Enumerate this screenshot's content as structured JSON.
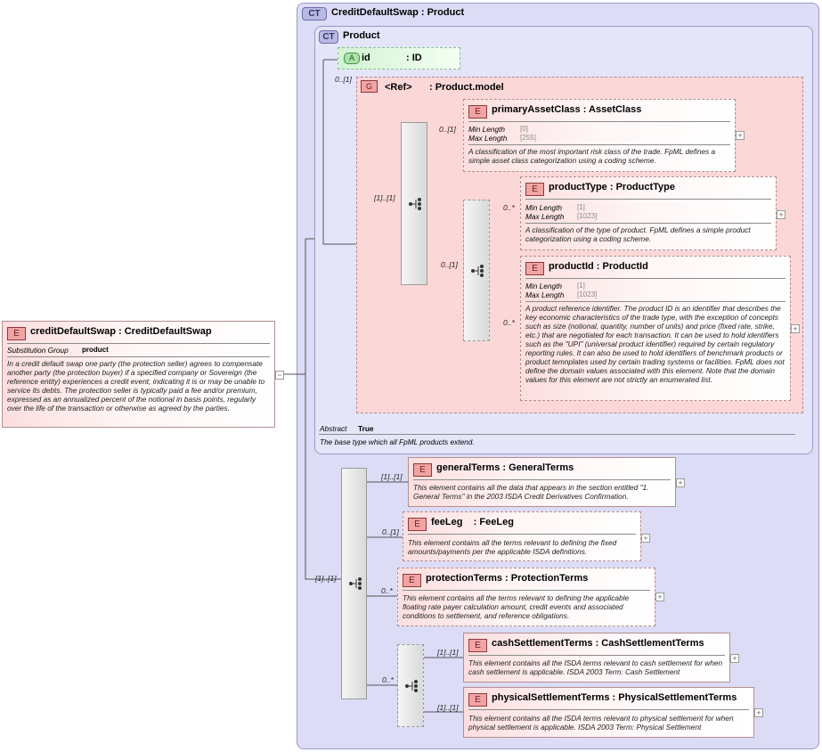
{
  "root": {
    "badge": "E",
    "title": "creditDefaultSwap : CreditDefaultSwap",
    "prop_label": "Substitution Group",
    "prop_value": "product",
    "description": "In a credit default swap one party (the protection seller) agrees to compensate another party (the protection buyer) if a specified company or Sovereign (the reference entity) experiences a credit event, indicating it is or may be unable to service its debts. The protection seller is typically paid a fee and/or premium, expressed as an annualized percent of the notional in basis points, regularly over the life of the transaction or otherwise as agreed by the parties."
  },
  "outer_type": {
    "badge": "CT",
    "title": "CreditDefaultSwap : Product"
  },
  "inner_type": {
    "badge": "CT",
    "title": "Product",
    "abstract_label": "Abstract",
    "abstract_value": "True",
    "description": "The base type which all FpML products extend."
  },
  "attribute": {
    "badge": "A",
    "name": "id",
    "type": ": ID",
    "cardinality": "0..[1]"
  },
  "group": {
    "badge": "G",
    "name": "<Ref>",
    "type": ": Product.model"
  },
  "product_model": {
    "seq_cardinality": "[1]..[1]",
    "primaryAssetClass": {
      "badge": "E",
      "title": "primaryAssetClass : AssetClass",
      "cardinality": "0..[1]",
      "min_label": "Min Length",
      "min_value": "[0]",
      "max_label": "Max Length",
      "max_value": "[255]",
      "description": "A classification of the most important risk class of the trade. FpML defines a simple asset class categorization using a coding scheme."
    },
    "inner_seq_cardinality": "0..[1]",
    "productType": {
      "badge": "E",
      "title": "productType : ProductType",
      "cardinality": "0..*",
      "min_label": "Min Length",
      "min_value": "[1]",
      "max_label": "Max Length",
      "max_value": "[1023]",
      "description": "A classification of the type of product. FpML defines a simple product categorization using a coding scheme."
    },
    "productId": {
      "badge": "E",
      "title": "productId : ProductId",
      "cardinality": "0..*",
      "min_label": "Min Length",
      "min_value": "[1]",
      "max_label": "Max Length",
      "max_value": "[1023]",
      "description": "A product reference identifier. The product ID is an identifier that describes the key economic characteristics of the trade type, with the exception of concepts such as size (notional, quantity, number of units) and price (fixed rate, strike, etc.) that are negotiated for each transaction. It can be used to hold identifiers such as the \"UPI\" (universal product identifier) required by certain regulatory reporting rules. It can also be used to hold identifiers of benchmark products or product temnplates used by certain trading systems or facilities. FpML does not define the domain values associated with this element. Note that the domain values for this element are not strictly an enumerated list."
    }
  },
  "cds_sequence": {
    "cardinality": "[1]..[1]",
    "generalTerms": {
      "badge": "E",
      "title": "generalTerms : GeneralTerms",
      "cardinality": "[1]..[1]",
      "description": "This element contains all the data that appears in the section entitled \"1. General Terms\" in the 2003 ISDA Credit Derivatives Confirmation."
    },
    "feeLeg": {
      "badge": "E",
      "title": "feeLeg    : FeeLeg",
      "cardinality": "0..[1]",
      "description": "This element contains all the terms relevant to defining the fixed amounts/payments per the applicable ISDA definitions."
    },
    "protectionTerms": {
      "badge": "E",
      "title": "protectionTerms : ProtectionTerms",
      "cardinality": "0..*",
      "description": "This element contains all the terms relevant to defining the applicable floating rate payer calculation amount, credit events and associated conditions to settlement, and reference obligations."
    },
    "settlement_seq_cardinality": "0..*",
    "cashSettlementTerms": {
      "badge": "E",
      "title": "cashSettlementTerms : CashSettlementTerms",
      "cardinality": "[1]..[1]",
      "description": "This element contains all the ISDA terms relevant to cash settlement for when cash settlement is applicable. ISDA 2003 Term: Cash Settlement"
    },
    "physicalSettlementTerms": {
      "badge": "E",
      "title": "physicalSettlementTerms : PhysicalSettlementTerms",
      "cardinality": "[1]..[1]",
      "description": "This element contains all the ISDA terms relevant to physical settlement for when physical settlement is applicable. ISDA 2003 Term: Physical Settlement"
    }
  },
  "icons": {
    "expand": "plus-icon",
    "collapse": "minus-icon",
    "sequence": "sequence-icon"
  }
}
